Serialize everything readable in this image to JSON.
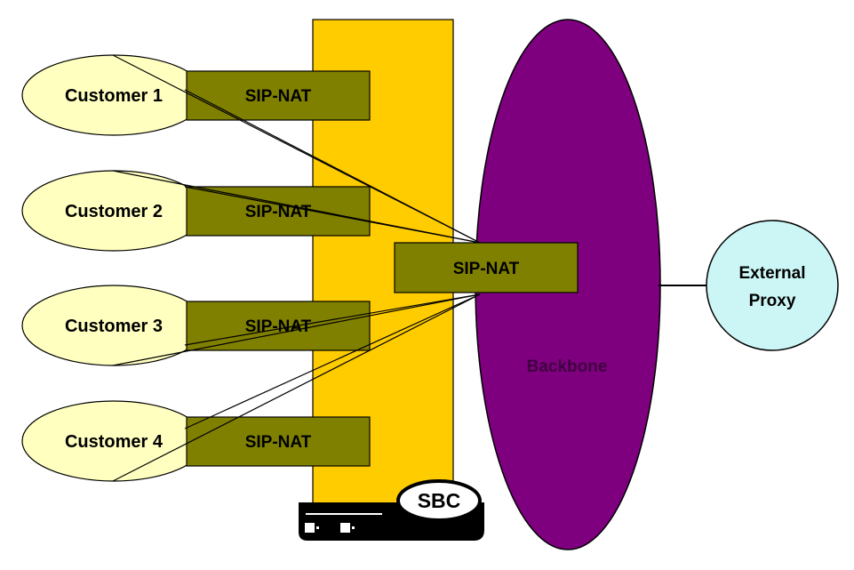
{
  "diagram": {
    "customers": [
      {
        "label": "Customer 1",
        "nat_label": "SIP-NAT"
      },
      {
        "label": "Customer 2",
        "nat_label": "SIP-NAT"
      },
      {
        "label": "Customer 3",
        "nat_label": "SIP-NAT"
      },
      {
        "label": "Customer 4",
        "nat_label": "SIP-NAT"
      }
    ],
    "central_nat_label": "SIP-NAT",
    "backbone_label": "Backbone",
    "external_proxy": {
      "line1": "External",
      "line2": "Proxy"
    },
    "sbc_label": "SBC"
  },
  "colors": {
    "customer_fill": "#ffffc0",
    "nat_fill": "#808000",
    "sbc_column_fill": "#ffcc00",
    "backbone_fill": "#7f007f",
    "backbone_text": "#400040",
    "proxy_fill": "#ccf6f6",
    "device_fill": "#000000"
  }
}
